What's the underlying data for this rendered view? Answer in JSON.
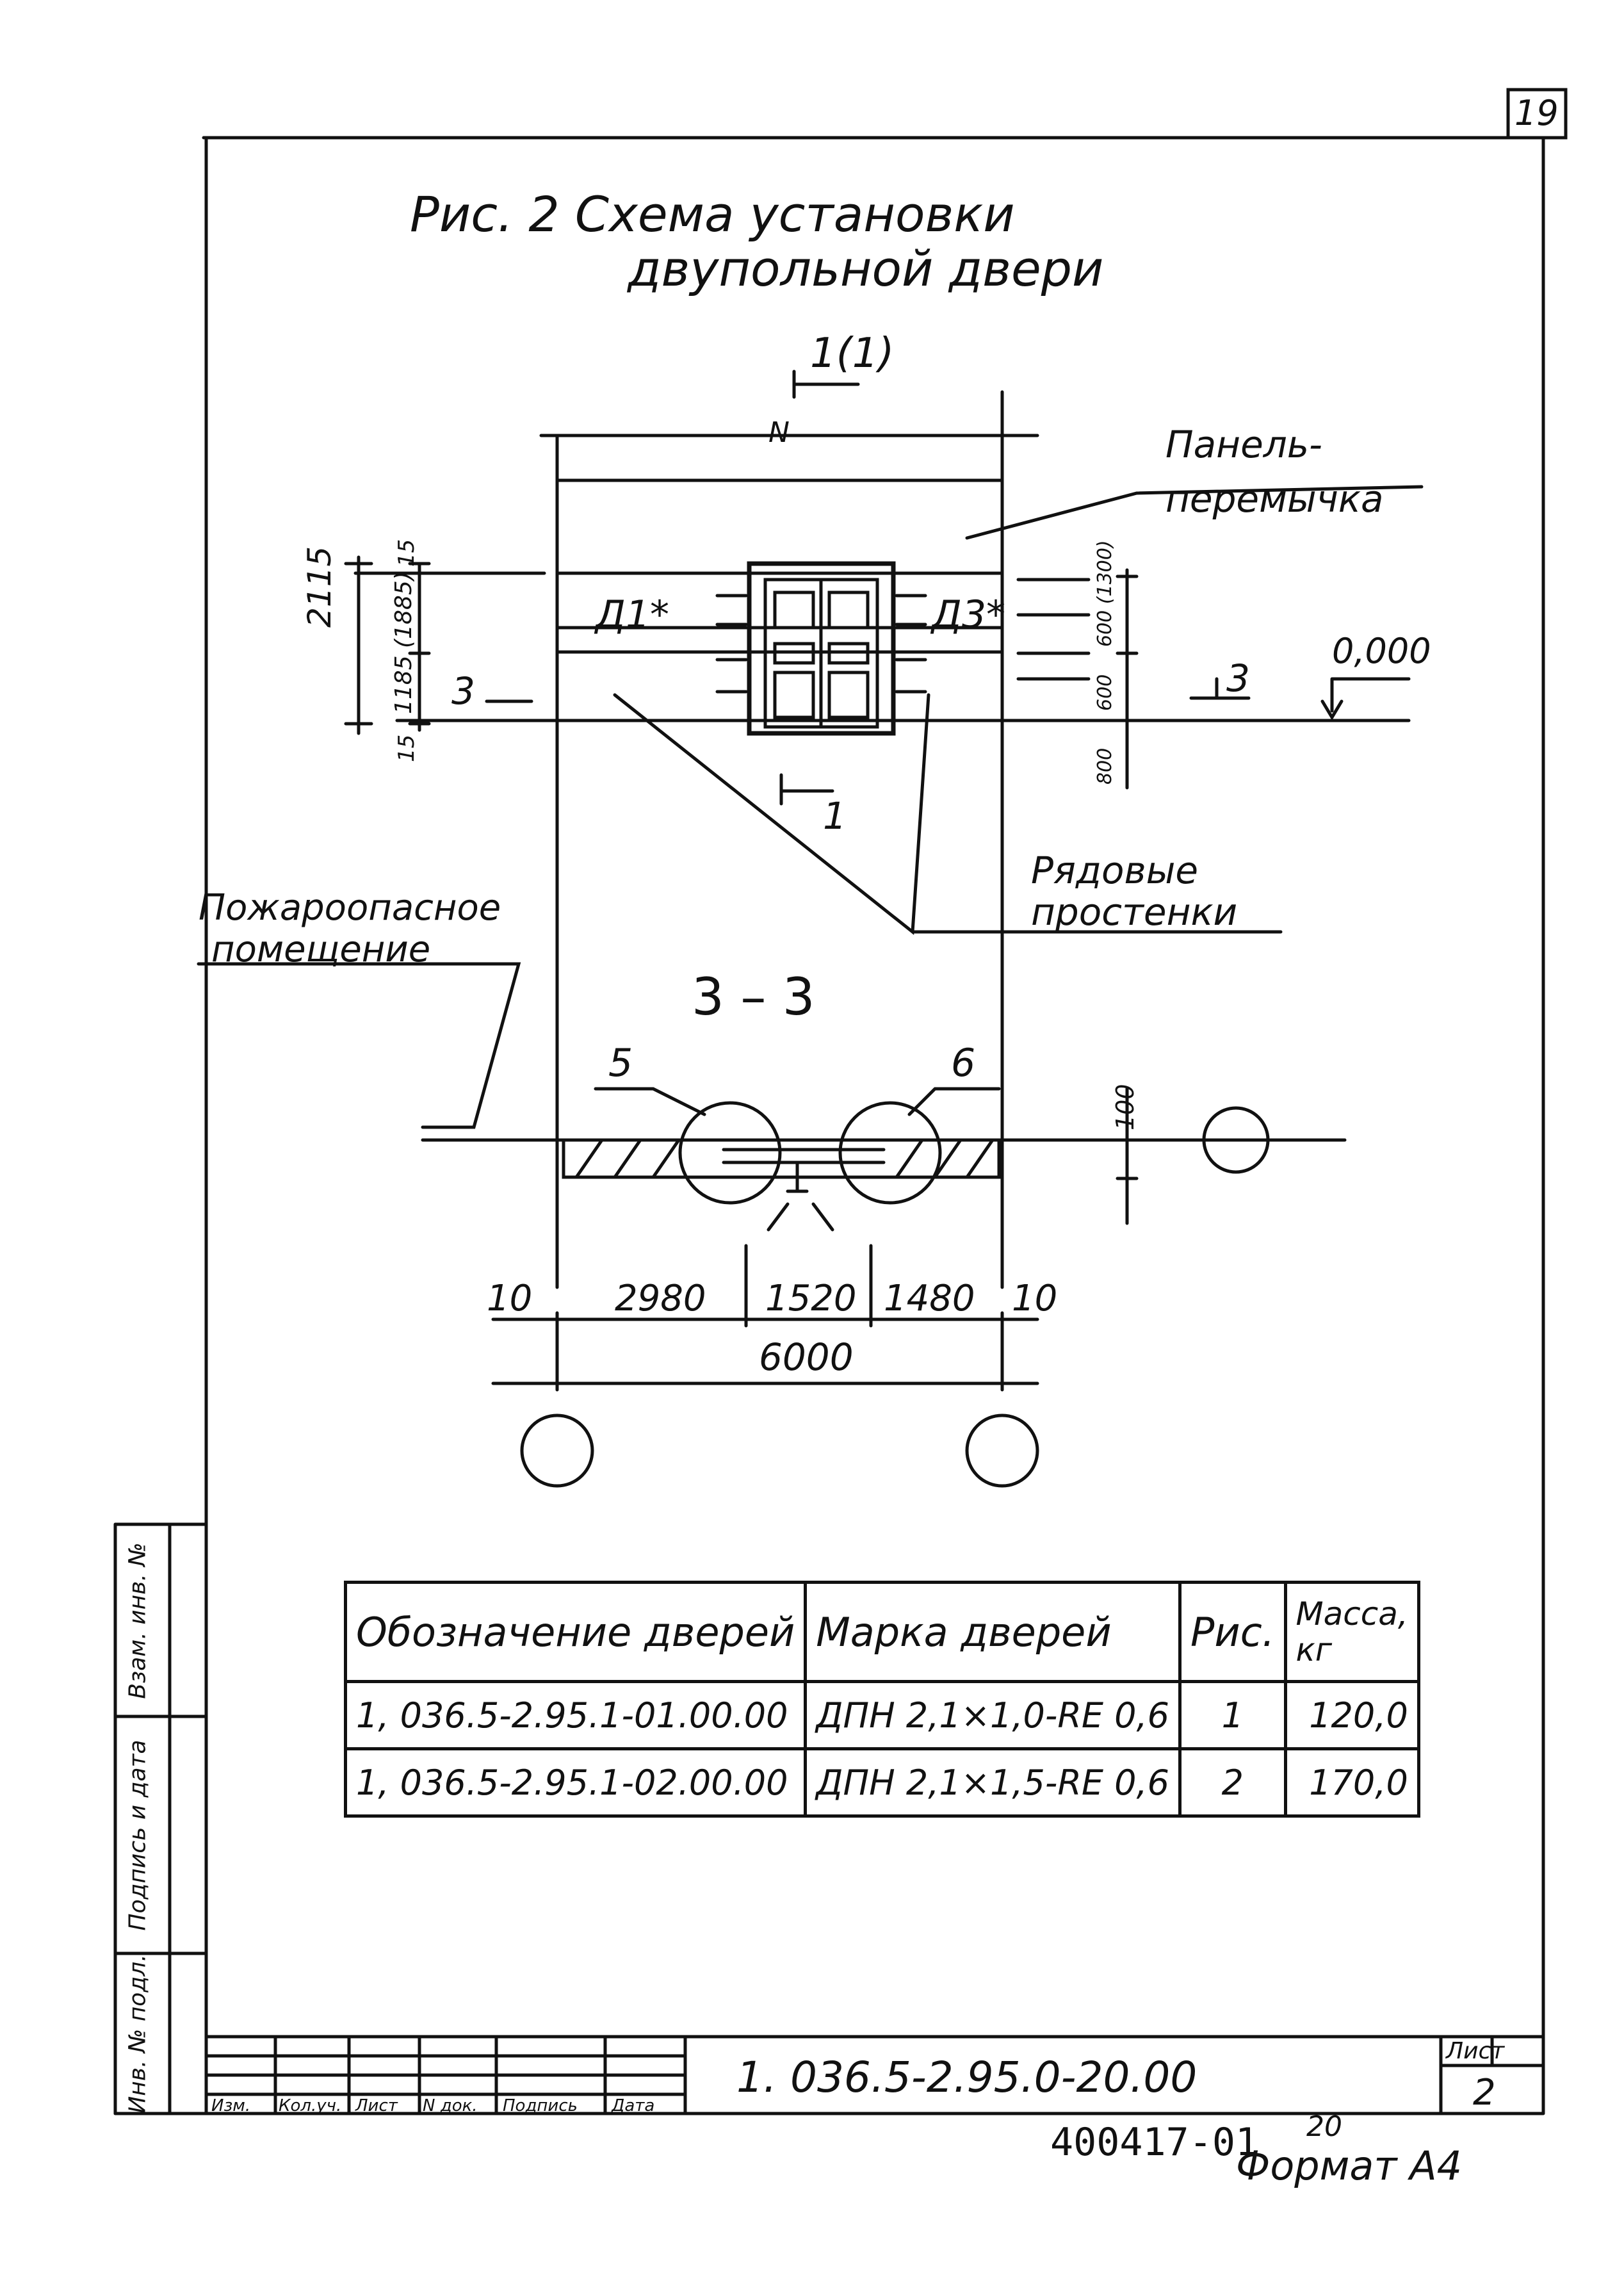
{
  "page_number": "19",
  "figure_title": {
    "line1": "Рис. 2   Схема установки",
    "line2": "двупольной двери"
  },
  "drawing": {
    "section_top": "1(1)",
    "section_bottom": "1",
    "top_mark": "N",
    "panel_label": {
      "line1": "Панель-",
      "line2": "перемычка"
    },
    "wall_label": {
      "line1": "Рядовые",
      "line2": "простенки"
    },
    "room_label": {
      "line1": "Пожароопасное",
      "line2": "помещение"
    },
    "door_left": "Д1*",
    "door_right": "Д3*",
    "level": "0,000",
    "section_cut": "3",
    "section_title": "3 – 3",
    "callout_left": "5",
    "callout_right": "6",
    "wall_thickness": "100",
    "left_dims": {
      "total": "2115",
      "mid": "1185 (1885)",
      "top": "15",
      "bottom": "15"
    },
    "right_dims": {
      "top": "600 (1300)",
      "mid": "600",
      "bottom": "800"
    },
    "plan_dims": [
      "10",
      "2980",
      "1520",
      "1480",
      "10"
    ],
    "plan_total": "6000"
  },
  "table": {
    "headers": [
      "Обозначение дверей",
      "Марка дверей",
      "Рис.",
      "Масса, кг"
    ],
    "rows": [
      [
        "1, 036.5-2.95.1-01.00.00",
        "ДПН 2,1×1,0-RE 0,6",
        "1",
        "120,0"
      ],
      [
        "1, 036.5-2.95.1-02.00.00",
        "ДПН 2,1×1,5-RE 0,6",
        "2",
        "170,0"
      ]
    ]
  },
  "side_stamp": [
    "Инв. № подл.",
    "Подпись и дата",
    "Взам. инв. №"
  ],
  "title_block": {
    "code": "1. 036.5-2.95.0-20.00",
    "sheet_label": "Лист",
    "sheet_number": "2",
    "column_labels": [
      "Изм.",
      "Кол.уч.",
      "Лист",
      "N док.",
      "Подпись",
      "Дата"
    ]
  },
  "footer": {
    "archive_number": "400417-01",
    "archive_sheet": "20",
    "format": "Формат А4"
  }
}
